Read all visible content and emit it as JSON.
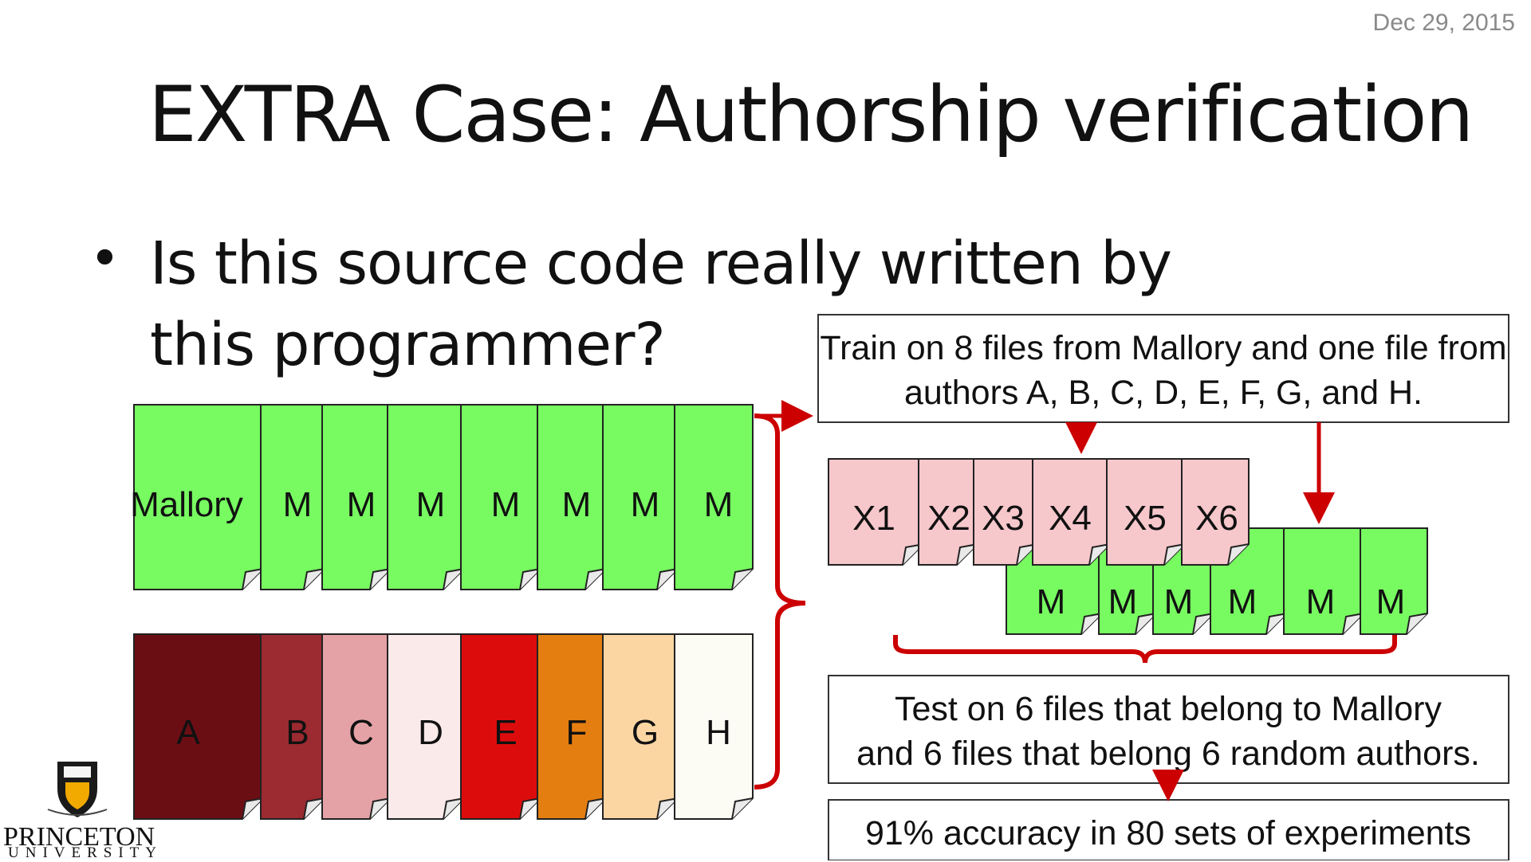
{
  "date": "Dec 29, 2015",
  "title": "EXTRA Case: Authorship verification",
  "bullet": "Is this source code really written by this programmer?",
  "mallory_docs": [
    "Mallory",
    "M",
    "M",
    "M",
    "M",
    "M",
    "M",
    "M"
  ],
  "author_docs": [
    {
      "label": "A",
      "color": "#6b0e14"
    },
    {
      "label": "B",
      "color": "#9b2a31"
    },
    {
      "label": "C",
      "color": "#e4a2a6"
    },
    {
      "label": "D",
      "color": "#fbeaea"
    },
    {
      "label": "E",
      "color": "#dd0c0c"
    },
    {
      "label": "F",
      "color": "#e57e10"
    },
    {
      "label": "G",
      "color": "#fbd6a3"
    },
    {
      "label": "H",
      "color": "#fcfbf4"
    }
  ],
  "test_unknown_docs": [
    "X1",
    "X2",
    "X3",
    "X4",
    "X5",
    "X6"
  ],
  "test_mallory_docs": [
    "M",
    "M",
    "M",
    "M",
    "M",
    "M"
  ],
  "train_box": {
    "line1": "Train on 8 files from Mallory and one file from",
    "line2": "authors A, B, C, D, E, F, G, and H."
  },
  "test_box": {
    "line1": "Test on 6 files that belong to Mallory",
    "line2": "and 6 files that belong 6 random authors."
  },
  "result_box": {
    "text": "91% accuracy in 80 sets of experiments"
  },
  "colors": {
    "mallory_green": "#77fb61",
    "unknown_pink": "#f6c7cb",
    "arrow_red": "#cc0000"
  },
  "logo": {
    "name": "PRINCETON",
    "sub": "UNIVERSITY"
  }
}
